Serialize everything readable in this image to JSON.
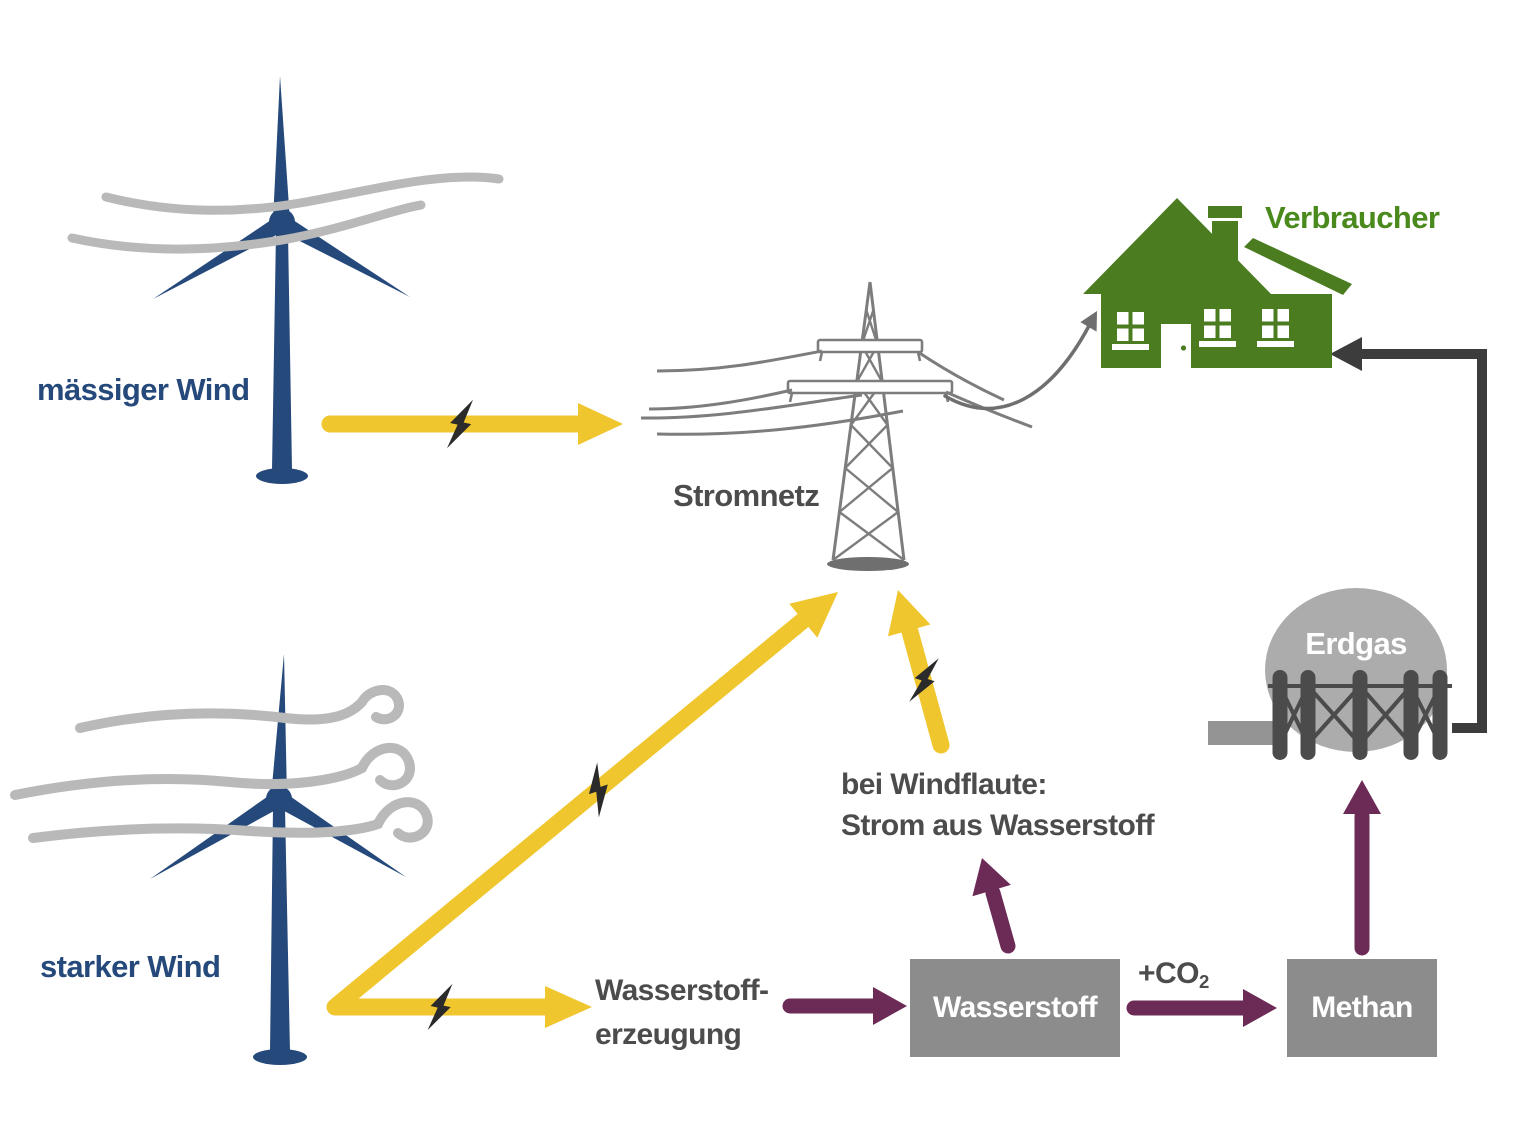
{
  "labels": {
    "moderate_wind": "mässiger Wind",
    "strong_wind": "starker Wind",
    "grid": "Stromnetz",
    "consumer": "Verbraucher",
    "gas_storage": "Erdgas",
    "lull_line1": "bei Windflaute:",
    "lull_line2": "Strom aus Wasserstoff",
    "h2_production_line1": "Wasserstoff-",
    "h2_production_line2": "erzeugung",
    "hydrogen_box": "Wasserstoff",
    "methane_box": "Methan",
    "co2_main": "+CO",
    "co2_sub": "2"
  },
  "icons": [
    "wind-turbine-icon",
    "wind-streaks-icon",
    "power-pylon-icon",
    "power-lines-icon",
    "house-icon",
    "gas-tank-icon",
    "lightning-bolt-icon",
    "arrow-icon"
  ],
  "colors": {
    "blue": "#25497B",
    "streak": "#b9b9b9",
    "pylon": "#7d7d7d",
    "pylon-dark": "#6f6f6f",
    "textgray": "#4c4c4c",
    "yellow": "#F0C62F",
    "bolt": "#2b2b2b",
    "purple": "#6C2B57",
    "boxgray": "#8C8C8C",
    "tank": "#ACACAC",
    "post": "#4b4b4b",
    "pipe": "#949494",
    "dark": "#3c3c3c",
    "green": "#4B7D20",
    "greentext": "#4A8A1D"
  }
}
